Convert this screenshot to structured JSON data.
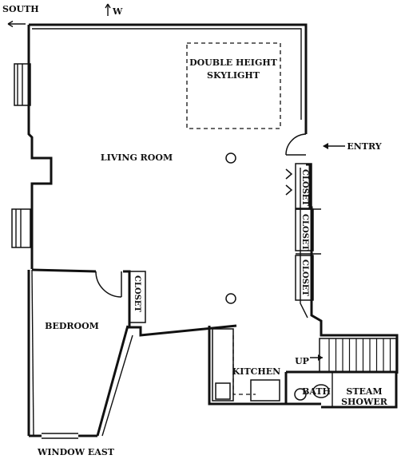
{
  "orientation": {
    "south": "SOUTH",
    "west": "W"
  },
  "rooms": {
    "skylight_line1": "DOUBLE HEIGHT",
    "skylight_line2": "SKYLIGHT",
    "living_room": "LIVING ROOM",
    "entry": "ENTRY",
    "closet": "CLOSET",
    "bedroom": "BEDROOM",
    "kitchen": "KITCHEN",
    "up": "UP",
    "bath": "BATH",
    "steam_line1": "STEAM",
    "steam_line2": "SHOWER",
    "window_east": "WINDOW EAST"
  },
  "colors": {
    "ink": "#111111",
    "paper": "#ffffff"
  }
}
